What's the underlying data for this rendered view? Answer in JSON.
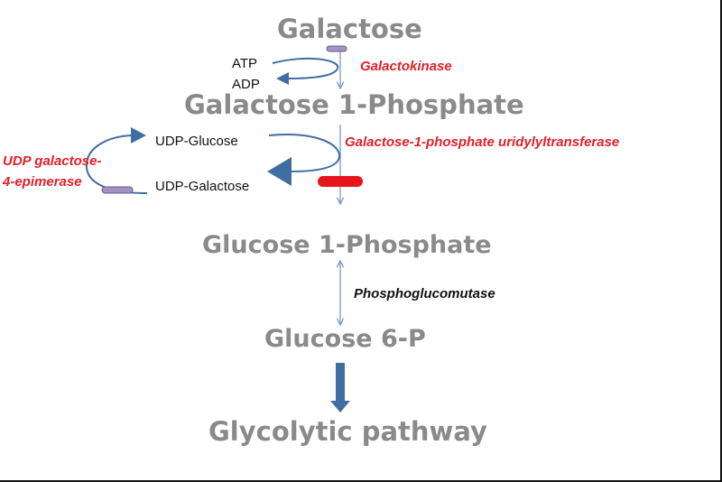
{
  "colors": {
    "metabolite": "#8a8a8a",
    "enzyme_highlight": "#e2202a",
    "enzyme_normal": "#111111",
    "arrow_blue": "#3f6ea0",
    "arrow_thin": "#7a9cc0",
    "enzyme_pill": "#a493c2",
    "block_bar": "#e8141c"
  },
  "metabolites": {
    "galactose": "Galactose",
    "galactose_1_phosphate": "Galactose 1-Phosphate",
    "glucose_1_phosphate": "Glucose 1-Phosphate",
    "glucose_6_p": "Glucose 6-P",
    "glycolytic_pathway": "Glycolytic pathway"
  },
  "cofactors": {
    "atp": "ATP",
    "adp": "ADP",
    "udp_glucose": "UDP-Glucose",
    "udp_galactose": "UDP-Galactose"
  },
  "enzymes": {
    "galactokinase": "Galactokinase",
    "galt": "Galactose-1-phosphate uridylyltransferase",
    "epimerase_line1": "UDP galactose-",
    "epimerase_line2": "4-epimerase",
    "phosphoglucomutase": "Phosphoglucomutase"
  }
}
